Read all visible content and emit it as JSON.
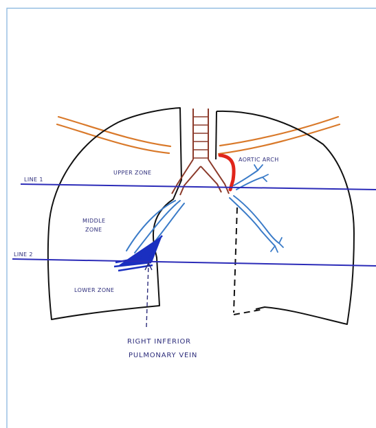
{
  "labels": {
    "line1": "LINE 1",
    "line2": "LINE 2",
    "upper_zone": "UPPER ZONE",
    "middle_zone_1": "MIDDLE",
    "middle_zone_2": "ZONE",
    "lower_zone": "LOWER ZONE",
    "aortic_arch": "AORTIC ARCH",
    "caption_1": "RIGHT INFERIOR",
    "caption_2": "PULMONARY VEIN"
  },
  "colors": {
    "frame": "#7fb0dc",
    "outline": "#111111",
    "clavicle": "#d9792a",
    "trachea": "#8b3a2a",
    "aorta": "#e0251b",
    "vessel_light": "#3a7bc8",
    "vessel_dark": "#1a2fc0",
    "zone_line": "#2b2bb8",
    "text": "#2b2b7a"
  }
}
